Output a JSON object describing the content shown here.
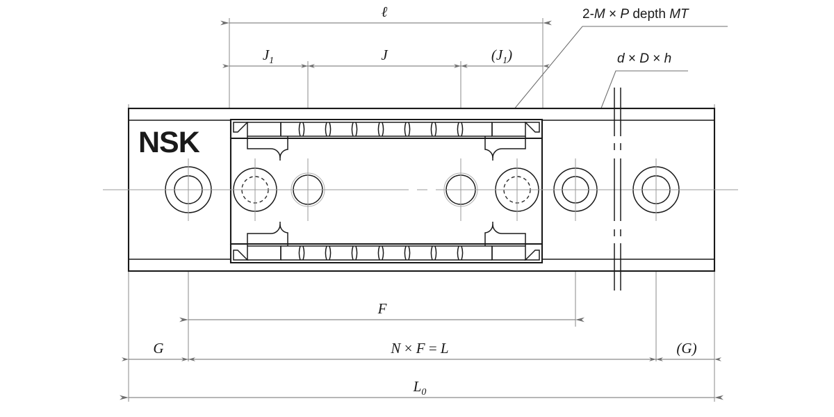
{
  "drawing": {
    "title": "NSK linear guide rail and carriage dimensional drawing",
    "brand": "NSK",
    "line_color": "#1a1a1a",
    "dim_color": "#6e6e6e",
    "center_color": "#9a9a9a"
  },
  "notes": [
    {
      "id": "tapped-hole-note",
      "text_parts": [
        "2-",
        "M",
        " × ",
        "P",
        " depth ",
        "MT"
      ],
      "plain": "2-M × P depth MT"
    },
    {
      "id": "rail-hole-note",
      "text_parts": [
        "d",
        " × ",
        "D",
        " × ",
        "h"
      ],
      "plain": "d × D × h"
    }
  ],
  "dimensions": {
    "overall_block": {
      "label": "ℓ",
      "name": "ell"
    },
    "j1_left": {
      "label": "J",
      "sub": "1",
      "name": "J1"
    },
    "j_center": {
      "label": "J",
      "name": "J"
    },
    "j1_right": {
      "label": "(J",
      "sub": "1",
      "tail": ")",
      "name": "J1-paren"
    },
    "pitch": {
      "label": "F",
      "name": "F"
    },
    "end_left": {
      "label": "G",
      "name": "G"
    },
    "span": {
      "label_parts": [
        "N",
        " × ",
        "F",
        " = ",
        "L"
      ],
      "plain": "N × F = L",
      "name": "NxF=L"
    },
    "end_right": {
      "label": "(G)",
      "name": "G-paren"
    },
    "overall_rail": {
      "label": "L",
      "sub": "0",
      "name": "L0"
    }
  },
  "labels": {
    "logo": "NSK"
  }
}
